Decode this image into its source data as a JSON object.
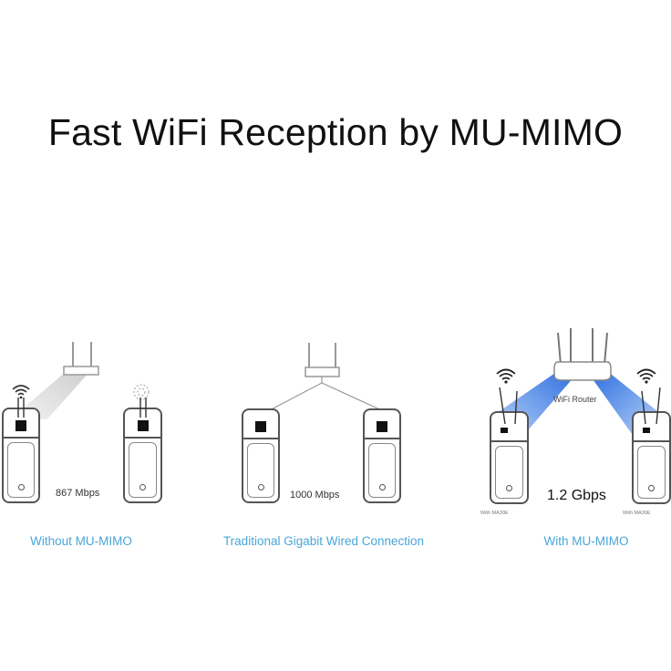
{
  "title": "Fast WiFi Reception by MU-MIMO",
  "panels": [
    {
      "caption": "Without MU-MIMO",
      "speed": "867 Mbps",
      "icons": [
        "wifi-signal-icon",
        "weak-signal-icon"
      ]
    },
    {
      "caption": "Traditional Gigabit Wired Connection",
      "speed": "1000 Mbps"
    },
    {
      "caption": "With MU-MIMO",
      "speed": "1.2 Gbps",
      "router_label": "WiFi Router",
      "device_labels": [
        "With MA30E",
        "With MA30E"
      ]
    }
  ],
  "colors": {
    "caption": "#4aa6d8",
    "beam": "#3a78e0",
    "title": "#111111"
  }
}
